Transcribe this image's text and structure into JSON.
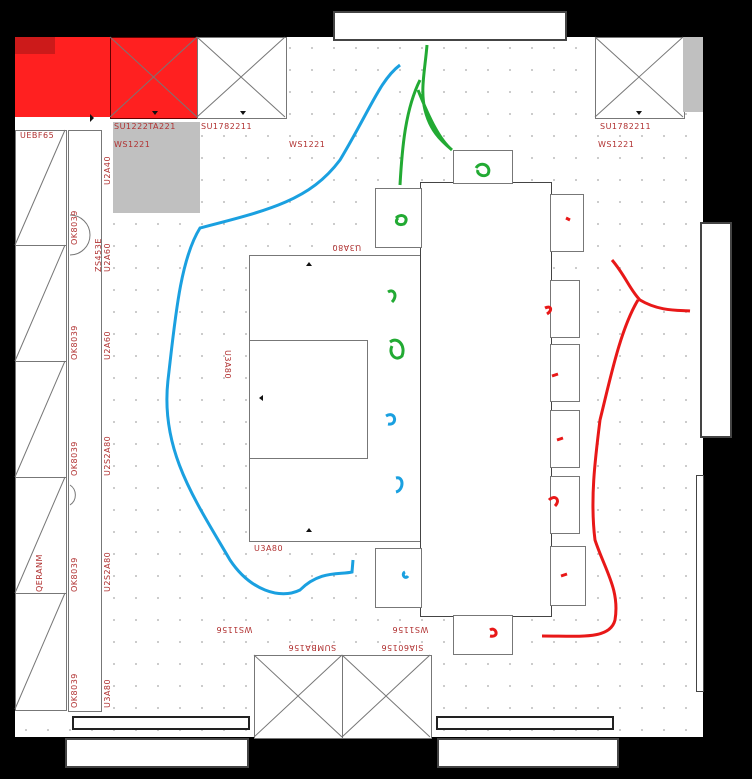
{
  "labels": {
    "uebf": "UEBF65",
    "su1222": "SU1222TA221",
    "su1782_left": "SU1782211",
    "su1782_right": "SU1782211",
    "ws1221_a": "WS1221",
    "ws1221_b": "WS1221",
    "ws1221_c": "WS1221",
    "u2a40": "U2A40",
    "ok8039_a": "OK8039",
    "zs453e": "ZS453E",
    "u2a60_a": "U2A60",
    "ok8039_b": "OK8039",
    "u2a60_b": "U2A60",
    "ok8039_c": "OK8039",
    "u2s2a80_a": "U2S2A80",
    "qeranm": "QERANM",
    "ok8039_d": "OK8039",
    "u2s2a80_b": "U2S2A80",
    "ok8039_e": "OK8039",
    "u3a80_left": "U3A80",
    "u3a80_top": "U3A80",
    "u3a80_side": "U3A80",
    "u3a80_bottom": "U3A80",
    "ws1156_a": "WS1156",
    "ws1156_b": "WS1156",
    "sumba156": "SUMBA156",
    "sia60156": "SIA60156"
  },
  "colors": {
    "appliance_red": "#ff2020",
    "annotation_blue": "#1aa0e0",
    "annotation_green": "#22aa33",
    "annotation_red": "#e81818",
    "counter_gray": "#c0c0c0"
  }
}
